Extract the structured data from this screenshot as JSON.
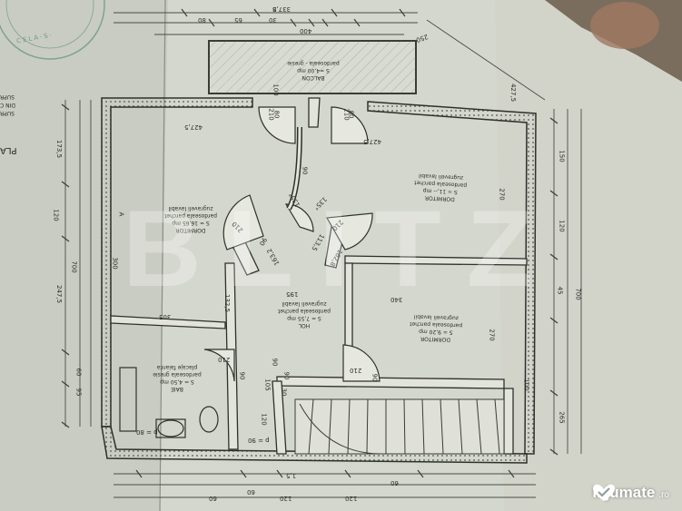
{
  "photo": {
    "watermark_text": "BLITZ",
    "brand": {
      "name": "lajumate",
      "tld": ".ro",
      "icon": "heart-check-icon"
    },
    "edge_text": [
      "PLA",
      "SUPR",
      "DIN C",
      "SUPR"
    ],
    "stamp_text": "CELA·S·",
    "rooms": [
      {
        "title": "BALCON",
        "area": "S =4,00 mp",
        "floor": "pardoseala - gresie"
      },
      {
        "title": "DORMITOR",
        "area": "S = 16,65 mp",
        "floor": "pardoseala parchet",
        "walls": "zugraveli lavabil"
      },
      {
        "title": "DORMITOR",
        "area": "S = 11,-- mp",
        "floor": "pardoseala parchet",
        "walls": "zugraveli lavabil"
      },
      {
        "title": "HOL",
        "area": "S = 7,55 mp",
        "floor": "pardoseala parchet",
        "walls": "zugraveli lavabil"
      },
      {
        "title": "DORMITOR",
        "area": "S = 9,20 mp",
        "floor": "pardoseala parchet",
        "walls": "zugraveli lavabil"
      },
      {
        "title": "BAIE",
        "area": "S = 4,50 mp",
        "floor": "pardoseala gresie",
        "walls": "placaje faianta"
      }
    ],
    "dimensions": [
      "337,5",
      "250",
      "400",
      "80",
      "65",
      "30",
      "427,5",
      "427,5",
      "210",
      "80",
      "210",
      "80",
      "90",
      "135°",
      "135°",
      "210",
      "90",
      "210",
      "163,2",
      "113,5",
      "162,8",
      "195",
      "305",
      "340",
      "132,5",
      "270",
      "270",
      "210",
      "90",
      "210",
      "90",
      "105",
      "30",
      "120",
      "90",
      "90",
      "173,5",
      "120",
      "247,5",
      "60",
      "95",
      "700",
      "700",
      "150",
      "120",
      "45",
      "265",
      "60",
      "120",
      "60",
      "120",
      "60",
      "427,5",
      "100",
      "100",
      "p = 90",
      "p = 80",
      "300",
      "1,5",
      "A",
      "8"
    ]
  }
}
